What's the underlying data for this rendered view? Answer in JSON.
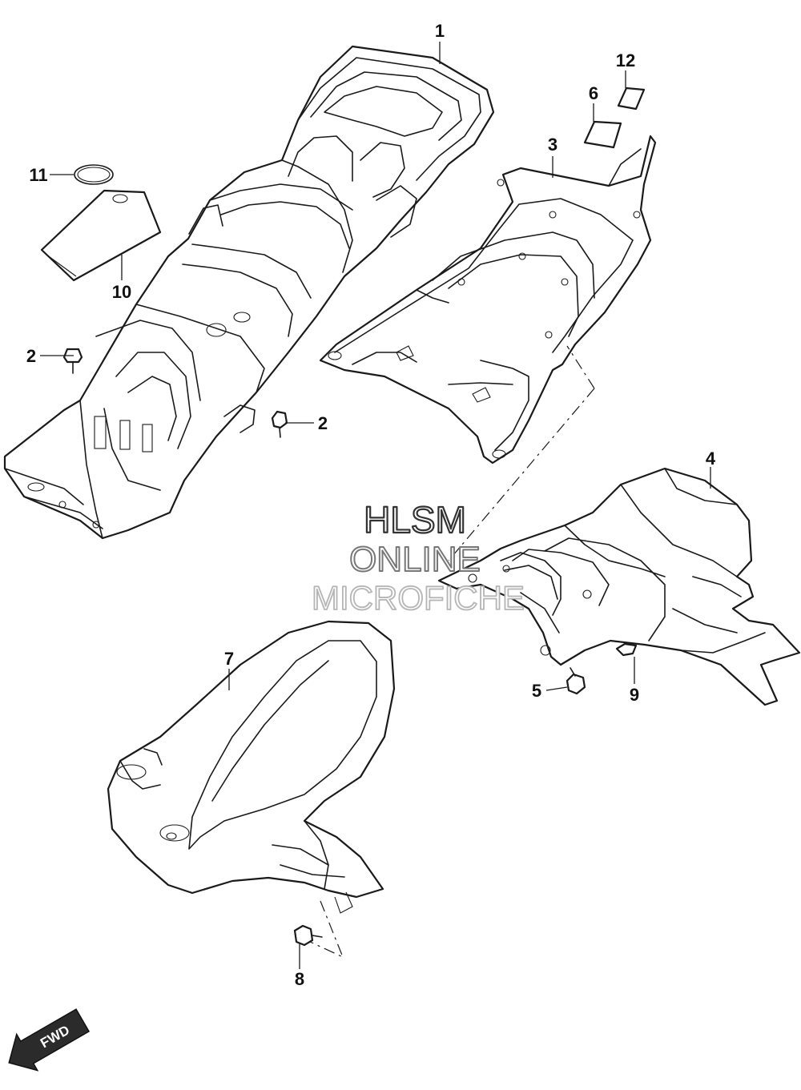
{
  "callouts": [
    {
      "id": "c1",
      "label": "1"
    },
    {
      "id": "c2a",
      "label": "2"
    },
    {
      "id": "c2b",
      "label": "2"
    },
    {
      "id": "c3",
      "label": "3"
    },
    {
      "id": "c4",
      "label": "4"
    },
    {
      "id": "c5",
      "label": "5"
    },
    {
      "id": "c6",
      "label": "6"
    },
    {
      "id": "c7",
      "label": "7"
    },
    {
      "id": "c8",
      "label": "8"
    },
    {
      "id": "c9",
      "label": "9"
    },
    {
      "id": "c10",
      "label": "10"
    },
    {
      "id": "c11",
      "label": "11"
    },
    {
      "id": "c12",
      "label": "12"
    }
  ],
  "watermark": {
    "line1": "HLSM",
    "line2": "ONLINE",
    "line3": "MICROFICHE",
    "stroke_dark": "#333333",
    "stroke_mid": "#777777",
    "stroke_light": "#b5b5b5"
  },
  "fwd_badge": {
    "label": "FWD",
    "fill": "#2b2b2b"
  }
}
